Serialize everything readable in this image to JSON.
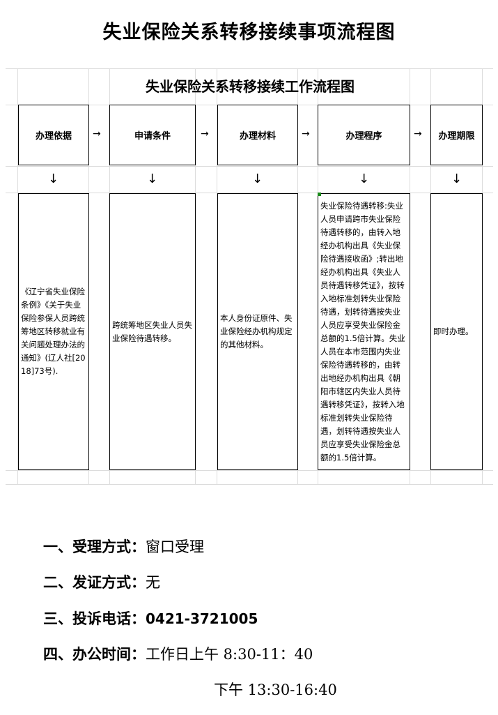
{
  "page_title": "失业保险关系转移接续事项流程图",
  "sheet_title": "失业保险关系转移接续工作流程图",
  "flow": {
    "headers": [
      "办理依据",
      "申请条件",
      "办理材料",
      "办理程序",
      "办理期限"
    ],
    "right_arrow": "→",
    "down_arrow": "↓",
    "contents": [
      "《辽宁省失业保险条例》《关于失业保险参保人员跨统筹地区转移就业有关问题处理办法的通知》(辽人社[2018]73号).",
      "跨统筹地区失业人员失业保险待遇转移。",
      "本人身份证原件、失业保险经办机构规定的其他材料。",
      "失业保险待遇转移:失业人员申请跨市失业保险待遇转移的，由转入地经办机构出具《失业保险待遇接收函》;转出地经办机构出具《失业人员待遇转移凭证》，按转入地标准划转失业保险待遇，划转待遇按失业人员应享受失业保险金总额的1.5倍计算。失业人员在本市范围内失业保险待遇转移的，由转出地经办机构出具《朝阳市辖区内失业人员待遇转移凭证》，按转入地标准划转失业保险待遇，划转待遇按失业人员应享受失业保险金总额的1.5倍计算。",
      "即时办理。"
    ]
  },
  "info": {
    "accept_label": "一、受理方式：",
    "accept_value": "窗口受理",
    "cert_label": "二、发证方式：",
    "cert_value": "无",
    "phone_label": "三、投诉电话：",
    "phone_value": "0421-3721005",
    "hours_label": "四、办公时间：",
    "hours_am": "工作日上午 8:30-11：40",
    "hours_pm": "下午 13:30-16:40"
  }
}
